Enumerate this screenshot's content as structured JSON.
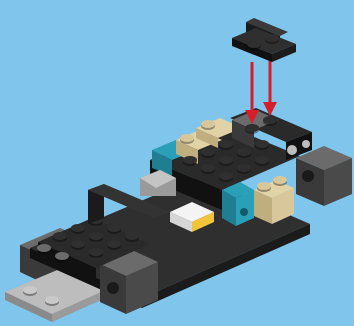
{
  "scene": {
    "type": "lego-build-instruction-step",
    "background_color": "#7fc5ec",
    "model": "race-car",
    "colors": {
      "black": "#1b1b1b",
      "black_top": "#2f2f2f",
      "dark_gray": "#4a4a4a",
      "dark_gray_top": "#6b6b6b",
      "light_gray": "#9a9a9a",
      "light_gray_top": "#bdbdbd",
      "tan": "#d8c79a",
      "teal": "#2aa0b8",
      "white": "#f4f4f4",
      "yellow": "#f2c43a",
      "arrow_red": "#d41f2a"
    },
    "new_piece": "black-bracket-1x2-2x2",
    "arrows": {
      "count": 2,
      "direction": "down",
      "color_key": "arrow_red"
    }
  }
}
